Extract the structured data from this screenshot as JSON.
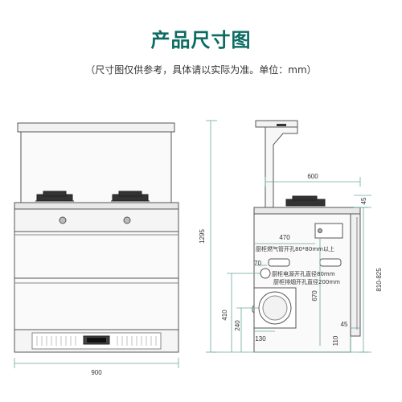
{
  "header": {
    "title": "产品尺寸图",
    "subtitle": "（尺寸图仅供参考，具体请以实际为准。单位：mm）"
  },
  "front_view": {
    "width_label": "900",
    "height_label": "1295"
  },
  "side_view": {
    "depth_label": "600",
    "top_offset_label": "45",
    "gas_position_label": "470",
    "gas_hole_note": "厨柜燃气管开孔80*80mm以上",
    "power_offset_label": "70",
    "power_hole_note": "厨柜电源开孔直径80mm",
    "smoke_hole_note": "厨柜排烟开孔直径200mm",
    "height_670_label": "670",
    "range_label": "810-825",
    "height_410_label": "410",
    "height_240_label": "240",
    "width_130_label": "130",
    "bottom_45_label": "45",
    "bottom_110_label": "110"
  },
  "colors": {
    "title": "#0a6b63",
    "line": "#555555",
    "dim_line": "#6aa89f"
  }
}
